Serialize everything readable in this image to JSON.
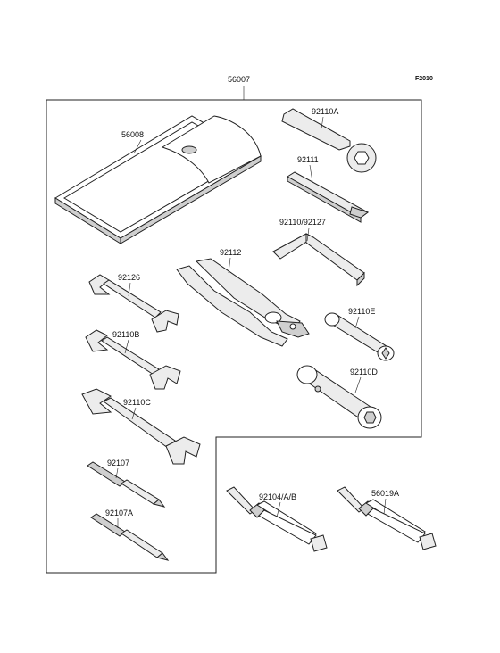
{
  "diagram": {
    "figure_code": "F2010",
    "assembly_part": "56007",
    "parts": [
      {
        "key": "bag",
        "number": "56008"
      },
      {
        "key": "ring_wrench",
        "number": "92110A"
      },
      {
        "key": "extension_bar",
        "number": "92111"
      },
      {
        "key": "hex_key",
        "number": "92110/92127"
      },
      {
        "key": "pliers",
        "number": "92112"
      },
      {
        "key": "wrench_small",
        "number": "92126"
      },
      {
        "key": "wrench_mid",
        "number": "92110B"
      },
      {
        "key": "wrench_large",
        "number": "92110C"
      },
      {
        "key": "box_wrench_e",
        "number": "92110E"
      },
      {
        "key": "box_wrench_d",
        "number": "92110D"
      },
      {
        "key": "screwdriver",
        "number": "92107"
      },
      {
        "key": "screwdriver_a",
        "number": "92107A"
      },
      {
        "key": "tube_1",
        "number": "92104/A/B"
      },
      {
        "key": "tube_2",
        "number": "56019A"
      }
    ]
  }
}
